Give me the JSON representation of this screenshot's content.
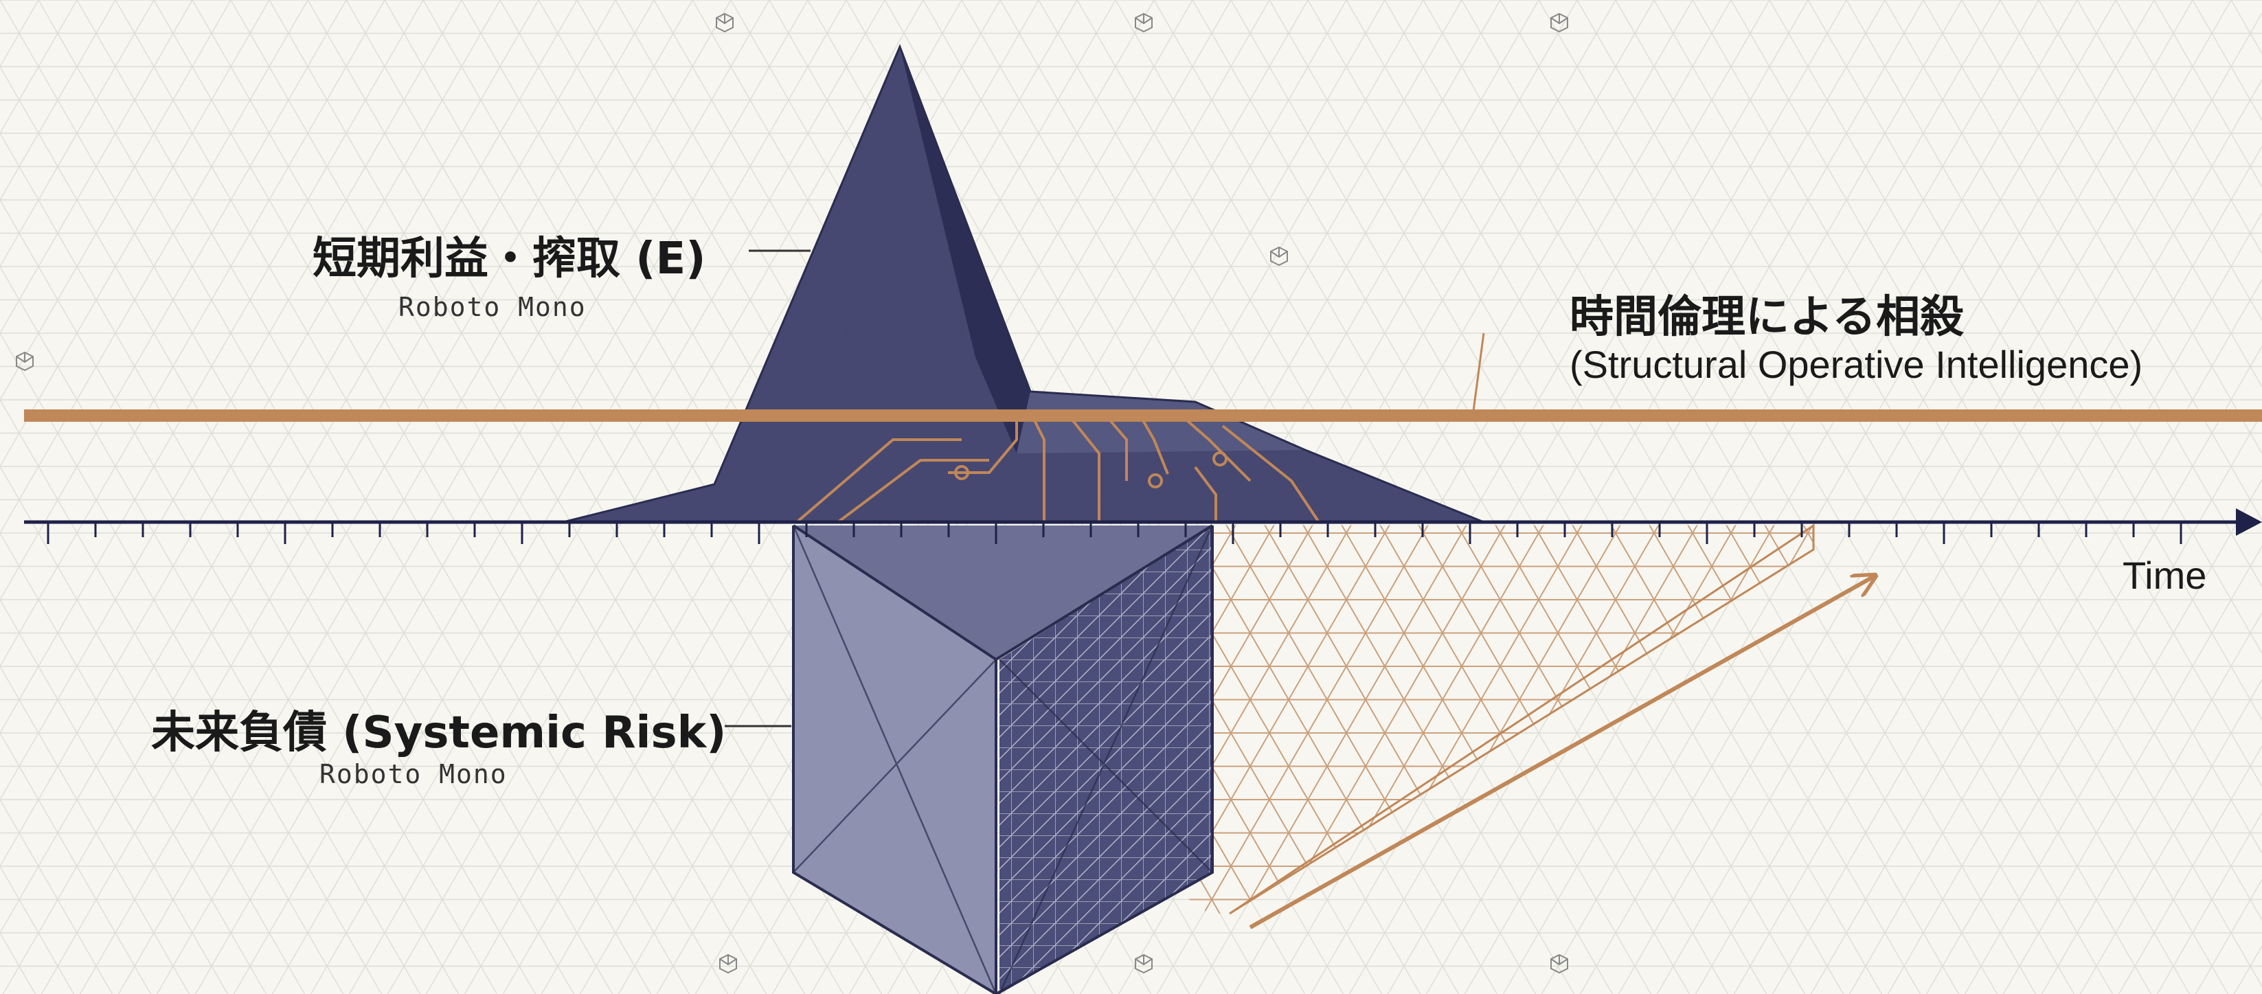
{
  "labels": {
    "extraction_title": "短期利益・搾取 (E)",
    "extraction_font_note": "Roboto Mono",
    "ethics_title": "時間倫理による相殺",
    "ethics_subtitle": "(Structural Operative Intelligence)",
    "risk_title": "未来負債 (Systemic Risk)",
    "risk_font_note": "Roboto Mono",
    "axis_label": "Time"
  },
  "colors": {
    "background": "#f7f6f1",
    "grid": "#d9d9d4",
    "navy": "#3a3d66",
    "navy_light": "#6f7396",
    "copper": "#c08758",
    "axis": "#1e2148"
  }
}
